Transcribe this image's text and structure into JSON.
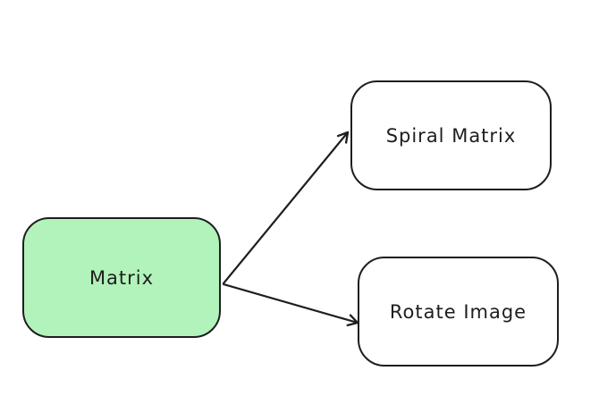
{
  "canvas": {
    "background": "#ffffff"
  },
  "diagram": {
    "stroke_color": "#1e1e1e",
    "nodes": [
      {
        "id": "matrix",
        "label": "Matrix",
        "fill": "#b2f2bb"
      },
      {
        "id": "spiral-matrix",
        "label": "Spiral Matrix",
        "fill": "#ffffff"
      },
      {
        "id": "rotate-image",
        "label": "Rotate Image",
        "fill": "#ffffff"
      }
    ],
    "edges": [
      {
        "from": "matrix",
        "to": "spiral-matrix"
      },
      {
        "from": "matrix",
        "to": "rotate-image"
      }
    ]
  }
}
